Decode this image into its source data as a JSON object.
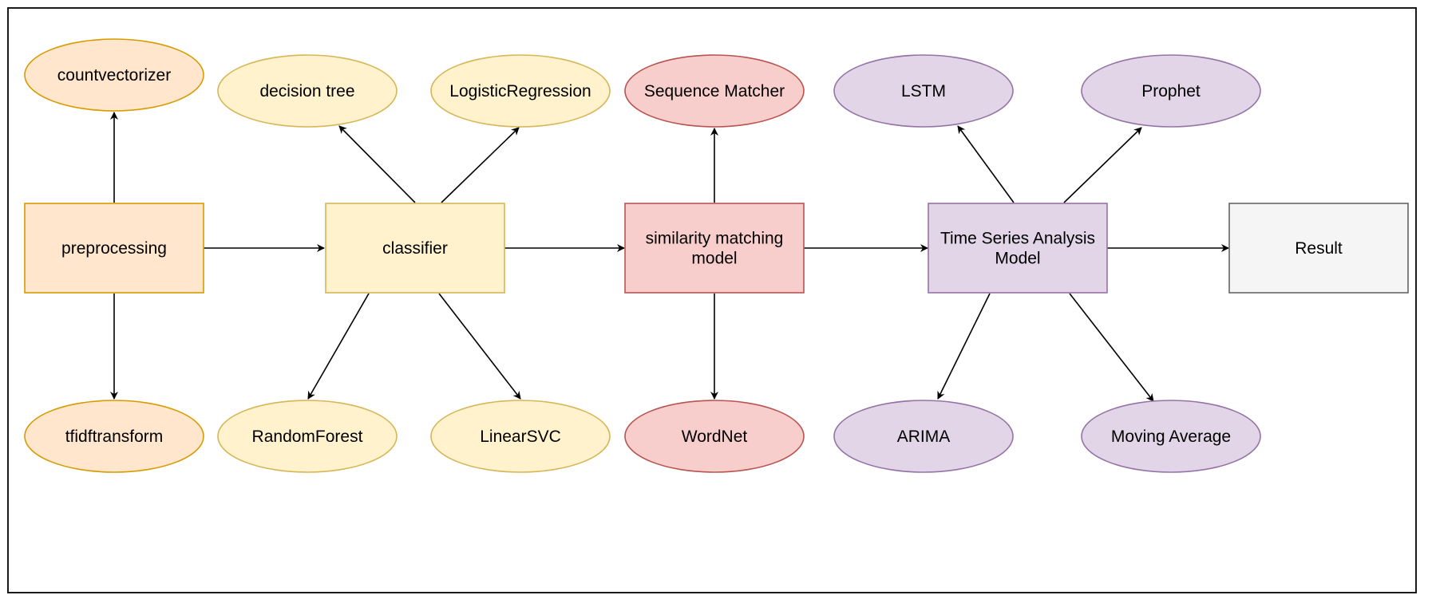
{
  "nodes": {
    "preprocessing": {
      "label": "preprocessing",
      "shape": "rect",
      "fill": "#ffe6cc",
      "stroke": "#d79b00"
    },
    "classifier": {
      "label": "classifier",
      "shape": "rect",
      "fill": "#fff2cc",
      "stroke": "#d6b656"
    },
    "similarity": {
      "label_lines": [
        "similarity matching",
        "model"
      ],
      "shape": "rect",
      "fill": "#f8cecc",
      "stroke": "#b85450"
    },
    "timeseries": {
      "label_lines": [
        "Time Series Analysis",
        "Model"
      ],
      "shape": "rect",
      "fill": "#e1d5e7",
      "stroke": "#9673a6"
    },
    "result": {
      "label": "Result",
      "shape": "rect",
      "fill": "#f5f5f5",
      "stroke": "#666666"
    },
    "countvectorizer": {
      "label": "countvectorizer",
      "shape": "ellipse",
      "fill": "#ffe6cc",
      "stroke": "#d79b00"
    },
    "tfidftransform": {
      "label": "tfidftransform",
      "shape": "ellipse",
      "fill": "#ffe6cc",
      "stroke": "#d79b00"
    },
    "decision_tree": {
      "label": "decision tree",
      "shape": "ellipse",
      "fill": "#fff2cc",
      "stroke": "#d6b656"
    },
    "logistic_regression": {
      "label": "LogisticRegression",
      "shape": "ellipse",
      "fill": "#fff2cc",
      "stroke": "#d6b656"
    },
    "random_forest": {
      "label": "RandomForest",
      "shape": "ellipse",
      "fill": "#fff2cc",
      "stroke": "#d6b656"
    },
    "linear_svc": {
      "label": "LinearSVC",
      "shape": "ellipse",
      "fill": "#fff2cc",
      "stroke": "#d6b656"
    },
    "sequence_matcher": {
      "label": "Sequence Matcher",
      "shape": "ellipse",
      "fill": "#f8cecc",
      "stroke": "#b85450"
    },
    "wordnet": {
      "label": "WordNet",
      "shape": "ellipse",
      "fill": "#f8cecc",
      "stroke": "#b85450"
    },
    "lstm": {
      "label": "LSTM",
      "shape": "ellipse",
      "fill": "#e1d5e7",
      "stroke": "#9673a6"
    },
    "prophet": {
      "label": "Prophet",
      "shape": "ellipse",
      "fill": "#e1d5e7",
      "stroke": "#9673a6"
    },
    "arima": {
      "label": "ARIMA",
      "shape": "ellipse",
      "fill": "#e1d5e7",
      "stroke": "#9673a6"
    },
    "moving_average": {
      "label": "Moving Average",
      "shape": "ellipse",
      "fill": "#e1d5e7",
      "stroke": "#9673a6"
    }
  },
  "edges": [
    {
      "from": "preprocessing",
      "to": "classifier"
    },
    {
      "from": "classifier",
      "to": "similarity"
    },
    {
      "from": "similarity",
      "to": "timeseries"
    },
    {
      "from": "timeseries",
      "to": "result"
    },
    {
      "from": "preprocessing",
      "to": "countvectorizer"
    },
    {
      "from": "preprocessing",
      "to": "tfidftransform"
    },
    {
      "from": "classifier",
      "to": "decision_tree"
    },
    {
      "from": "classifier",
      "to": "logistic_regression"
    },
    {
      "from": "classifier",
      "to": "random_forest"
    },
    {
      "from": "classifier",
      "to": "linear_svc"
    },
    {
      "from": "similarity",
      "to": "sequence_matcher"
    },
    {
      "from": "similarity",
      "to": "wordnet"
    },
    {
      "from": "timeseries",
      "to": "lstm"
    },
    {
      "from": "timeseries",
      "to": "prophet"
    },
    {
      "from": "timeseries",
      "to": "arima"
    },
    {
      "from": "timeseries",
      "to": "moving_average"
    }
  ],
  "colors": {
    "edge": "#000000",
    "frame": "#1a1a1a"
  }
}
